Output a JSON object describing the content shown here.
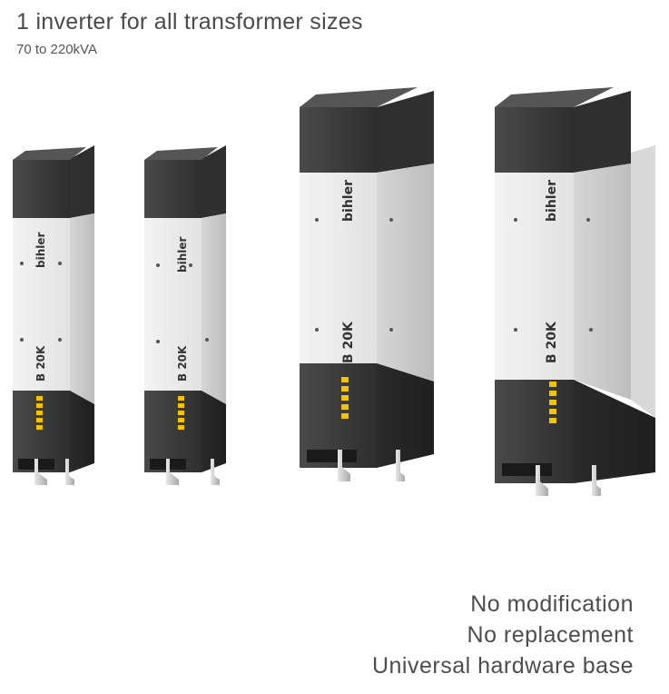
{
  "heading": {
    "title": "1 inverter for all transformer sizes",
    "subtitle": "70 to 220kVA"
  },
  "products": [
    {
      "brand": "bihler",
      "model": "B 20K"
    },
    {
      "brand": "bihler",
      "model": "B 20K"
    },
    {
      "brand": "bihler",
      "model": "B 20K"
    },
    {
      "brand": "bihler",
      "model": "B 20K"
    }
  ],
  "features": [
    "No modification",
    "No replacement",
    "Universal hardware base"
  ],
  "colors": {
    "body_light": "#e9e9e9",
    "body_side": "#cfcfcf",
    "cap_dark": "#3a3a3a",
    "led": "#f2c400"
  }
}
